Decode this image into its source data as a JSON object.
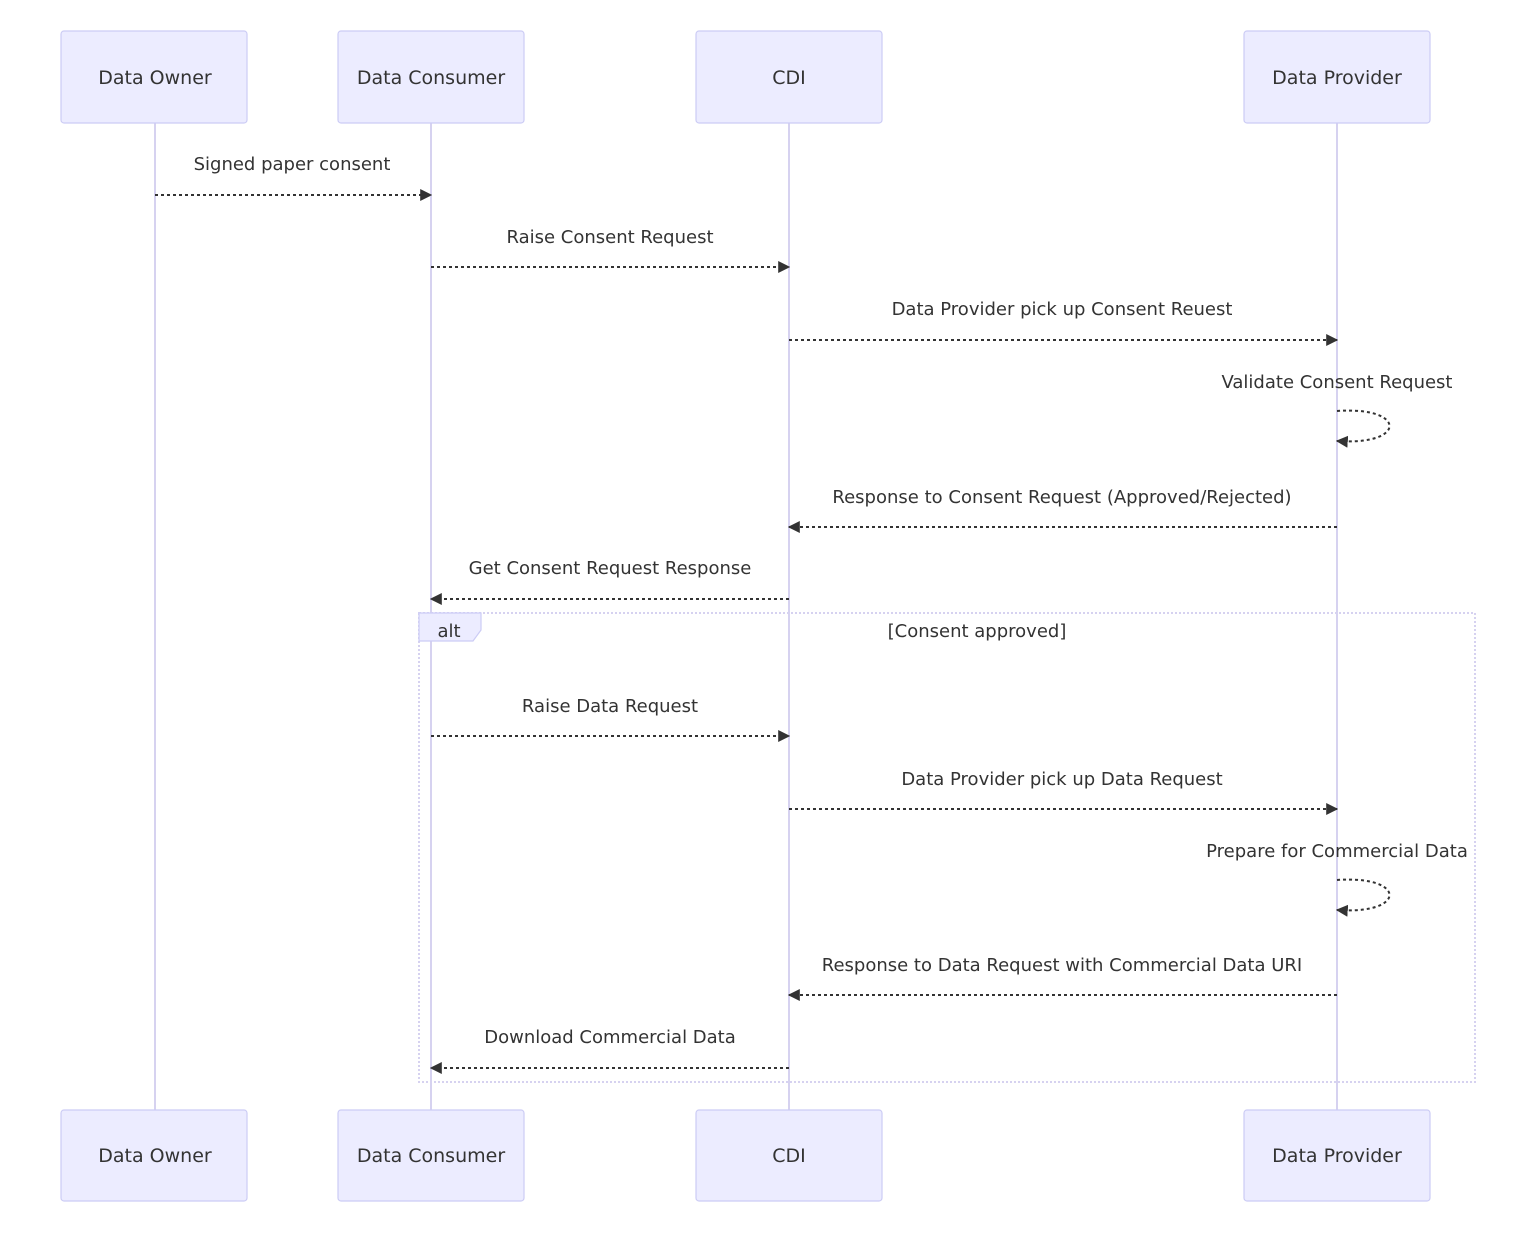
{
  "actors": [
    {
      "id": "owner",
      "label": "Data Owner"
    },
    {
      "id": "consumer",
      "label": "Data Consumer"
    },
    {
      "id": "cdi",
      "label": "CDI"
    },
    {
      "id": "provider",
      "label": "Data Provider"
    }
  ],
  "messages": [
    {
      "from": "owner",
      "to": "consumer",
      "label": "Signed paper consent"
    },
    {
      "from": "consumer",
      "to": "cdi",
      "label": "Raise Consent Request"
    },
    {
      "from": "cdi",
      "to": "provider",
      "label": "Data Provider pick up Consent Reuest"
    },
    {
      "from": "provider",
      "to": "provider",
      "label": "Validate Consent Request"
    },
    {
      "from": "provider",
      "to": "cdi",
      "label": "Response to Consent Request (Approved/Rejected)"
    },
    {
      "from": "cdi",
      "to": "consumer",
      "label": "Get Consent Request Response"
    },
    {
      "from": "consumer",
      "to": "cdi",
      "label": "Raise Data Request"
    },
    {
      "from": "cdi",
      "to": "provider",
      "label": "Data Provider pick up Data Request"
    },
    {
      "from": "provider",
      "to": "provider",
      "label": "Prepare for Commercial Data"
    },
    {
      "from": "provider",
      "to": "cdi",
      "label": "Response to Data Request with Commercial Data URI"
    },
    {
      "from": "cdi",
      "to": "consumer",
      "label": "Download Commercial Data"
    }
  ],
  "alt_block": {
    "keyword": "alt",
    "condition": "[Consent approved]"
  },
  "colors": {
    "actor_fill": "#ECECFF",
    "actor_stroke": "#CCCCF5",
    "lifeline": "#D6D2F0",
    "text": "#333333"
  }
}
